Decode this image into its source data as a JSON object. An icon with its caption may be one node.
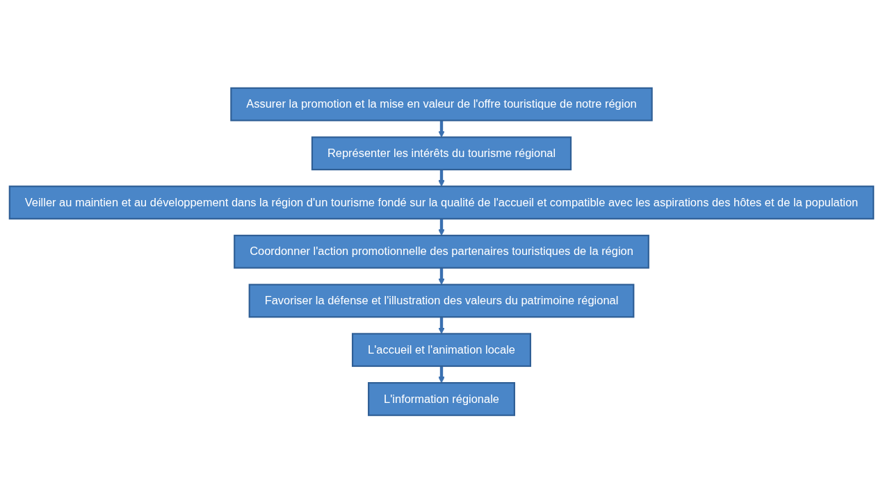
{
  "diagram": {
    "nodes": [
      {
        "text": [
          "Assurer la promotion et la mise en valeur de l'offre touristique de notre région"
        ]
      },
      {
        "text": [
          "Représenter les intérêts du tourisme régional"
        ]
      },
      {
        "text": [
          "Veiller au maintien et au développement dans la région d'un tourisme fondé sur la qualité de l'accueil et compatible avec les aspirations des hôtes et de la population"
        ]
      },
      {
        "text": [
          "Coordonner l'action promotionnelle des partenaires touristiques de la région"
        ]
      },
      {
        "text": [
          "Favoriser la défense et l'illustration des valeurs du patrimoine régional"
        ]
      },
      {
        "text": [
          "L'accueil et l'animation locale"
        ]
      },
      {
        "text": [
          "L'information régionale"
        ]
      }
    ],
    "edges": [
      {
        "from": 0,
        "to": 1,
        "arrow": "to"
      },
      {
        "from": 1,
        "to": 2,
        "arrow": "to"
      },
      {
        "from": 2,
        "to": 3,
        "arrow": "to"
      },
      {
        "from": 3,
        "to": 4,
        "arrow": "to"
      },
      {
        "from": 4,
        "to": 5,
        "arrow": "to"
      },
      {
        "from": 5,
        "to": 6,
        "arrow": "to"
      }
    ]
  }
}
